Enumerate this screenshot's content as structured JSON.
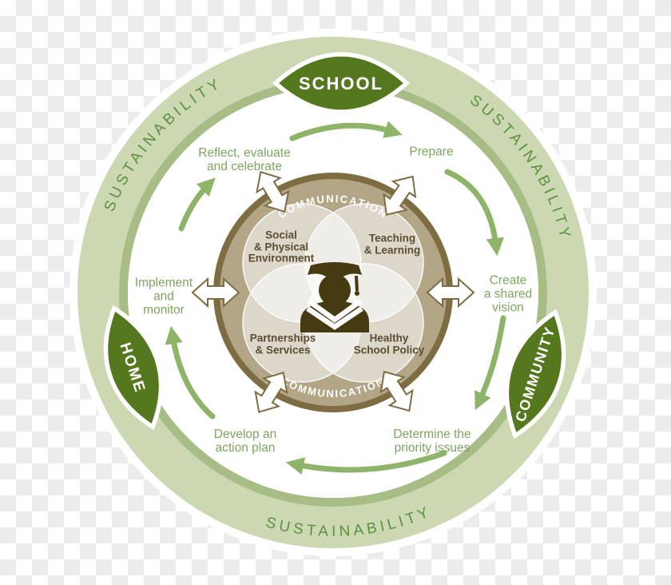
{
  "ring": {
    "label": "SUSTAINABILITY",
    "band_color": "#ccd8b2",
    "inner_arc_color": "#a7bd85",
    "text_color": "#5d9140"
  },
  "zones": {
    "leaf_color": "#55781e",
    "school": {
      "label": "SCHOOL"
    },
    "home": {
      "label": "HOME"
    },
    "community": {
      "label": "COMMUNITY"
    }
  },
  "communication": {
    "label": "COMMUNICATION",
    "band_color": "#b2a687",
    "border_color": "#7e6c42",
    "text_color": "#ffffff"
  },
  "venn": {
    "label_color": "#5a4d33",
    "areas": [
      {
        "id": "social-physical-environment",
        "lines": [
          "Social",
          "& Physical",
          "Environment"
        ]
      },
      {
        "id": "teaching-learning",
        "lines": [
          "Teaching",
          "& Learning"
        ]
      },
      {
        "id": "partnerships-services",
        "lines": [
          "Partnerships",
          "& Services"
        ]
      },
      {
        "id": "healthy-school-policy",
        "lines": [
          "Healthy",
          "School Policy"
        ]
      }
    ]
  },
  "cycle": {
    "text_color": "#7ea55f",
    "arrow_color": "#8eb46a",
    "steps": [
      {
        "id": "reflect-evaluate-celebrate",
        "lines": [
          "Reflect, evaluate",
          "and celebrate"
        ]
      },
      {
        "id": "prepare",
        "lines": [
          "Prepare"
        ]
      },
      {
        "id": "create-shared-vision",
        "lines": [
          "Create",
          "a shared",
          "vision"
        ]
      },
      {
        "id": "determine-priority-issues",
        "lines": [
          "Determine the",
          "priority issues"
        ]
      },
      {
        "id": "develop-action-plan",
        "lines": [
          "Develop an",
          "action plan"
        ]
      },
      {
        "id": "implement-monitor",
        "lines": [
          "Implement",
          "and",
          "monitor"
        ]
      }
    ]
  },
  "icons": {
    "center_figure": "graduate-student-icon",
    "figure_color": "#453a11",
    "exchange_arrow_color": "#ffffff"
  }
}
